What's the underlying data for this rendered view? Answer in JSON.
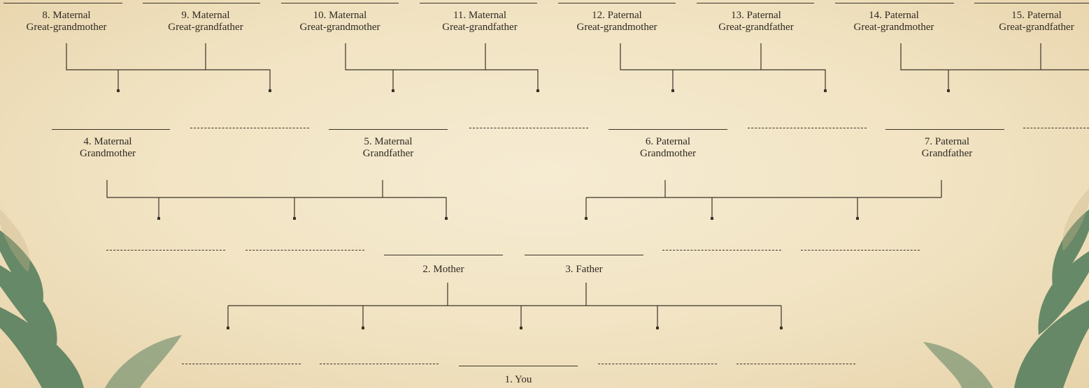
{
  "persons": {
    "p1": {
      "l1": "1. You",
      "l2": ""
    },
    "p2": {
      "l1": "2. Mother",
      "l2": ""
    },
    "p3": {
      "l1": "3. Father",
      "l2": ""
    },
    "p4": {
      "l1": "4. Maternal",
      "l2": "Grandmother"
    },
    "p5": {
      "l1": "5. Maternal",
      "l2": "Grandfather"
    },
    "p6": {
      "l1": "6. Paternal",
      "l2": "Grandmother"
    },
    "p7": {
      "l1": "7. Paternal",
      "l2": "Grandfather"
    },
    "p8": {
      "l1": "8. Maternal",
      "l2": "Great-grandmother"
    },
    "p9": {
      "l1": "9. Maternal",
      "l2": "Great-grandfather"
    },
    "p10": {
      "l1": "10. Maternal",
      "l2": "Great-grandmother"
    },
    "p11": {
      "l1": "11. Maternal",
      "l2": "Great-grandfather"
    },
    "p12": {
      "l1": "12. Paternal",
      "l2": "Great-grandmother"
    },
    "p13": {
      "l1": "13. Paternal",
      "l2": "Great-grandfather"
    },
    "p14": {
      "l1": "14. Paternal",
      "l2": "Great-grandmother"
    },
    "p15": {
      "l1": "15. Paternal",
      "l2": "Great-grandfather"
    }
  },
  "colors": {
    "background": "#f1e3c2",
    "line": "#3a3328",
    "leaf": "#4e7a5a"
  }
}
